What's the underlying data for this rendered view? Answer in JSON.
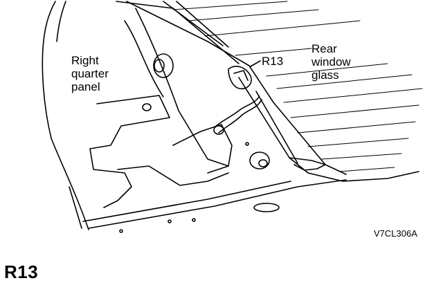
{
  "labels": {
    "right_quarter_panel": "Right\nquarter\npanel",
    "connector_code": "R13",
    "rear_window_glass": "Rear\nwindow\nglass"
  },
  "figure_code": "V7CL306A",
  "heading": "R13"
}
